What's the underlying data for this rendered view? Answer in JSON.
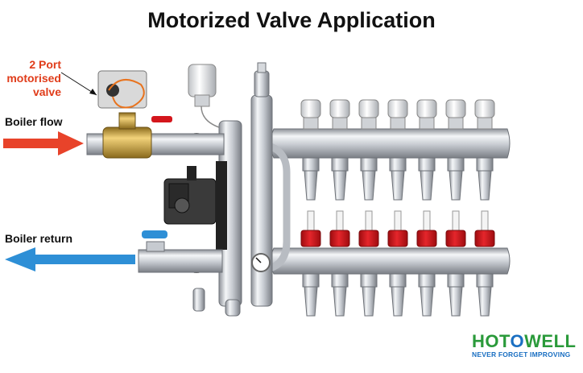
{
  "title": "Motorized Valve Application",
  "labels": {
    "valve_line1": "2 Port",
    "valve_line2": "motorised",
    "valve_line3": "valve",
    "boiler_flow": "Boiler flow",
    "boiler_return": "Boiler return"
  },
  "brand": {
    "name_part1": "HOT",
    "name_part2": "O",
    "name_part3": "WELL",
    "tagline": "NEVER FORGET IMPROVING"
  },
  "colors": {
    "flow_arrow": "#e8432a",
    "return_arrow": "#2e8fd6",
    "brass": "#c9a23c",
    "steel": "#c8ccd2",
    "red_indicator": "#d4161c",
    "pump_body": "#3a3a3a"
  },
  "manifold": {
    "ports": 7
  }
}
